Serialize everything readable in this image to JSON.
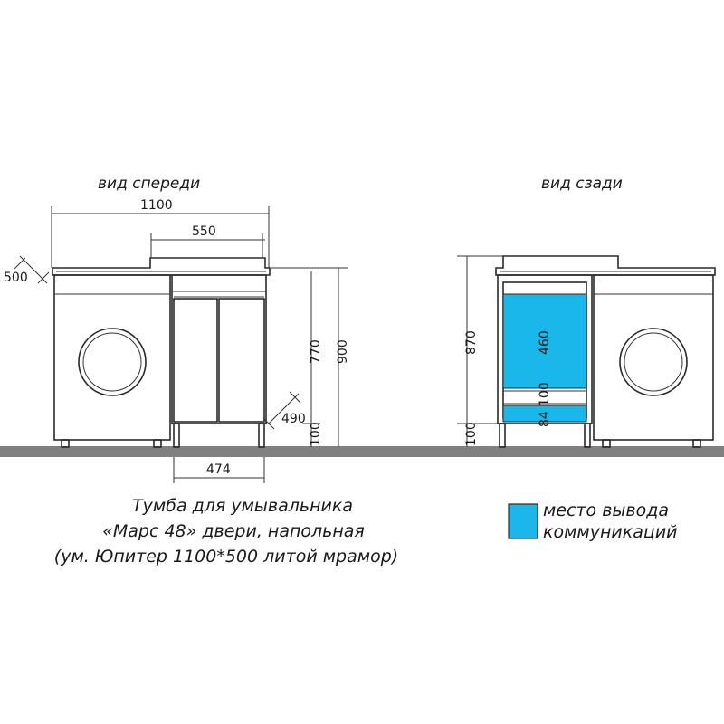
{
  "views": {
    "front": "вид спереди",
    "back": "вид сзади"
  },
  "dimensions": {
    "front_width_total": "1100",
    "front_width_cabinet": "550",
    "front_depth": "500",
    "front_height_cabinet": "770",
    "front_height_total": "900",
    "front_cabinet_depth": "490",
    "front_leg_height": "100",
    "front_cabinet_width": "474",
    "back_height_total": "870",
    "back_zone_upper": "460",
    "back_zone_mid": "100",
    "back_zone_lower": "84",
    "back_leg_height": "100"
  },
  "caption": {
    "line1": "Тумба для умывальника",
    "line2": "«Марс 48» двери, напольная",
    "line3": "(ум. Юпитер 1100*500 литой мрамор)"
  },
  "legend": {
    "line1": "место вывода",
    "line2": "коммуникаций",
    "color": "#1ab8ea"
  },
  "colors": {
    "floor": "#808080",
    "lines": "#2a2a2a",
    "communications": "#1ab8ea"
  }
}
